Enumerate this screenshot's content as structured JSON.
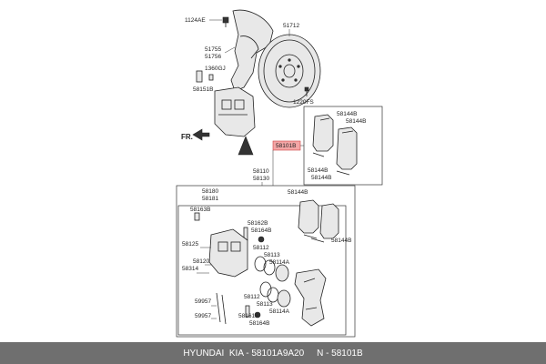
{
  "callouts": {
    "c1124AE": "1124AE",
    "c51712": "51712",
    "c51755": "51755",
    "c51756": "51756",
    "c1360GJ": "1360GJ",
    "c58151B": "58151B",
    "c1220FS": "1220FS",
    "c58144B_1": "58144B",
    "c58144B_2": "58144B",
    "c58101B": "58101B",
    "c58144B_3": "58144B",
    "c58144B_4": "58144B",
    "c58110": "58110",
    "c58130": "58130",
    "c58180": "58180",
    "c58181": "58181",
    "c58163B": "58163B",
    "c58144B_5": "58144B",
    "c58162B": "58162B",
    "c58164B_1": "58164B",
    "c58125": "58125",
    "c58112_1": "58112",
    "c58113_1": "58113",
    "c58120": "58120",
    "c58314": "58314",
    "c58114A_1": "58114A",
    "c58144B_6": "58144B",
    "c59957_1": "59957",
    "c58112_2": "58112",
    "c58113_2": "58113",
    "c59957_2": "59957",
    "c58161B": "58161B",
    "c58114A_2": "58114A",
    "c58164B_2": "58164B"
  },
  "direction_label": "FR.",
  "highlight_color": "#f4a6a6",
  "footer": {
    "text": "HYUNDAI  KIA - 58101A9A20     N - 58101B",
    "background": "#6f6f6f"
  }
}
